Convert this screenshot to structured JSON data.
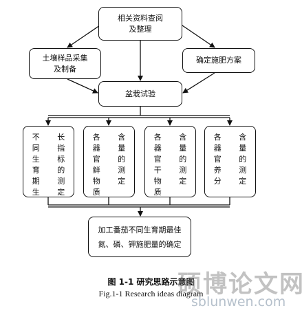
{
  "nodes": {
    "literature": [
      "相关资料查阅",
      "及整理"
    ],
    "soil_sampling": [
      "土壤样品采集",
      "及制备"
    ],
    "fertilizer_plan": [
      "确定施肥方案"
    ],
    "pot_experiment": [
      "盆栽试验"
    ],
    "growth_index": {
      "col1": "不同生育期生",
      "col2": "长指标的测定"
    },
    "fresh_matter": {
      "col1": "各器官鲜物质",
      "col2": "含量的测定"
    },
    "dry_matter": {
      "col1": "各器官干物质",
      "col2": "含量的测定"
    },
    "nutrient": {
      "col1": "各器官养分",
      "col2": "含量的测定"
    },
    "conclusion": [
      "加工番茄不同生育期最佳",
      "氮、磷、钾施肥量的确定"
    ]
  },
  "caption": {
    "zh": "图 1-1  研究思路示意图",
    "en": "Fig.1-1 Research ideas diagram"
  },
  "watermark": {
    "cn": "硕博论文网",
    "url": "sblunwen.com"
  },
  "colors": {
    "line": "#111111",
    "background": "#ffffff"
  }
}
